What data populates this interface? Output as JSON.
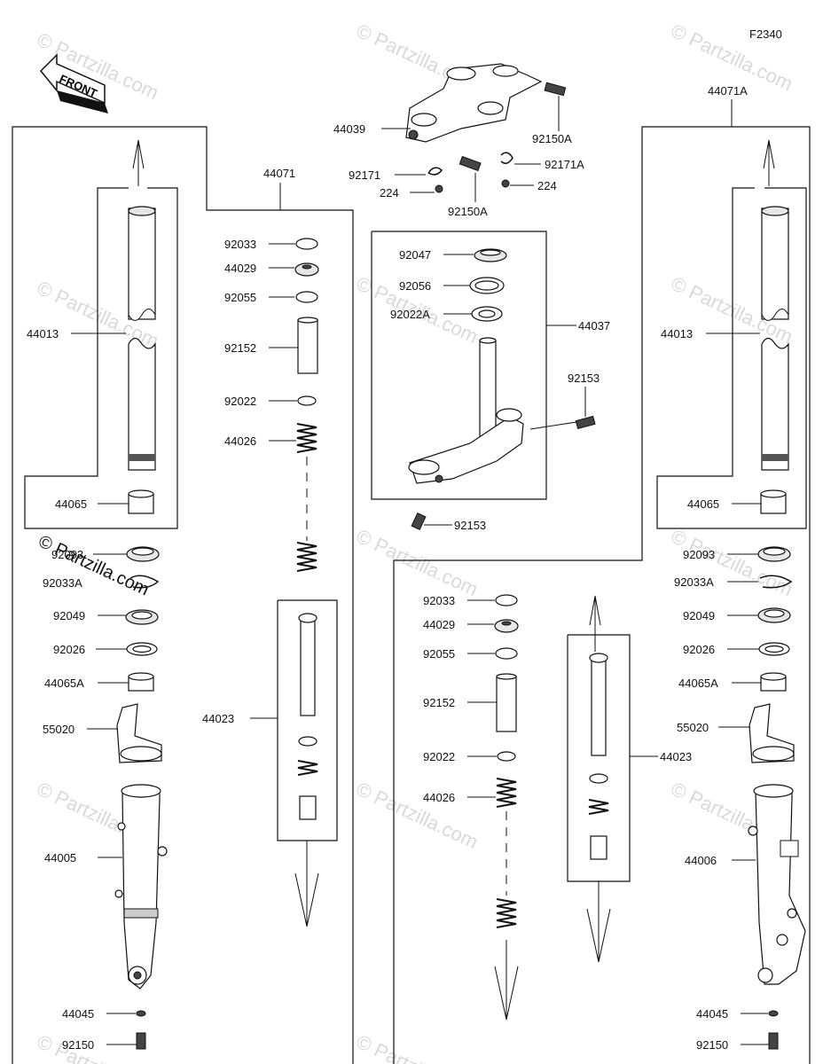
{
  "diagram_code": "F2340",
  "front_label": "FRONT",
  "watermark": "© Partzilla.com",
  "watermark_overlay": "© Partzilla.com",
  "assemblies": {
    "left_fork": "44071",
    "right_fork": "44071A",
    "stem": "44037"
  },
  "labels": {
    "l_44013": "44013",
    "l_44065": "44065",
    "l_92093": "92093",
    "l_92033A": "92033A",
    "l_92049": "92049",
    "l_92026": "92026",
    "l_44065A": "44065A",
    "l_55020": "55020",
    "l_44005": "44005",
    "l_44045": "44045",
    "l_92150": "92150",
    "m_92033": "92033",
    "m_44029": "44029",
    "m_92055": "92055",
    "m_92152": "92152",
    "m_92022": "92022",
    "m_44026": "44026",
    "m_44023": "44023",
    "t_44039": "44039",
    "t_92150A_a": "92150A",
    "t_92171": "92171",
    "t_92171A": "92171A",
    "t_224_a": "224",
    "t_224_b": "224",
    "t_92150A_b": "92150A",
    "s_92047": "92047",
    "s_92056": "92056",
    "s_92022A": "92022A",
    "s_92153_a": "92153",
    "s_92153_b": "92153",
    "r_92033": "92033",
    "r_44029": "44029",
    "r_92055": "92055",
    "r_92152": "92152",
    "r_92022": "92022",
    "r_44026": "44026",
    "r_44023": "44023",
    "rr_44013": "44013",
    "rr_44065": "44065",
    "rr_92093": "92093",
    "rr_92033A": "92033A",
    "rr_92049": "92049",
    "rr_92026": "92026",
    "rr_44065A": "44065A",
    "rr_55020": "55020",
    "rr_44006": "44006",
    "rr_44045": "44045",
    "rr_92150": "92150"
  }
}
